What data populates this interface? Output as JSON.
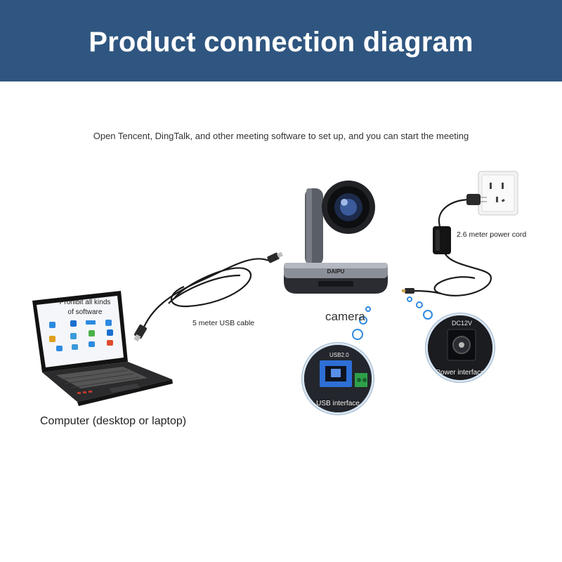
{
  "header": {
    "title": "Product connection diagram"
  },
  "subtitle": "Open Tencent, DingTalk, and other meeting software to set up, and you can start the meeting",
  "labels": {
    "computer": "Computer (desktop or laptop)",
    "screen_text": "Prohibit all kinds of software",
    "usb_cable": "5 meter USB cable",
    "camera": "camera",
    "power_cord": "2.6 meter power cord",
    "usb_interface": "USB interface",
    "power_interface": "Power interface",
    "camera_brand": "DAIPU",
    "usb_port_text": "USB2.0",
    "power_port_text": "DC12V"
  },
  "colors": {
    "banner": "#2f5680",
    "inset_ring": "#d9e6f3",
    "usb_port": "#2e6fd6"
  }
}
